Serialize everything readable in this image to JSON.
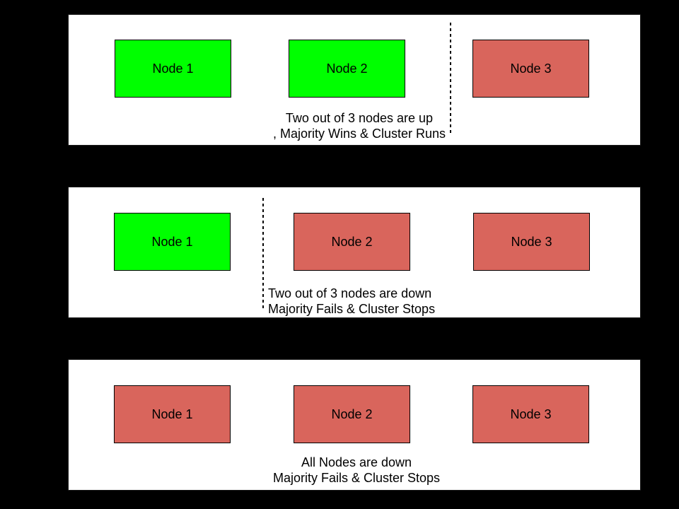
{
  "colors": {
    "background": "#000000",
    "panel_bg": "#ffffff",
    "node_up": "#00ff00",
    "node_down": "#d9655c",
    "text": "#000000"
  },
  "panels": [
    {
      "scenario": "two-nodes-up",
      "nodes": [
        {
          "label": "Node 1",
          "status": "up"
        },
        {
          "label": "Node 2",
          "status": "up"
        },
        {
          "label": "Node 3",
          "status": "down"
        }
      ],
      "caption_line1": "Two out of 3 nodes are up",
      "caption_line2": ", Majority Wins & Cluster Runs"
    },
    {
      "scenario": "two-nodes-down",
      "nodes": [
        {
          "label": "Node 1",
          "status": "up"
        },
        {
          "label": "Node 2",
          "status": "down"
        },
        {
          "label": "Node 3",
          "status": "down"
        }
      ],
      "caption_line1": "Two out of 3 nodes are down",
      "caption_line2": "Majority Fails & Cluster Stops"
    },
    {
      "scenario": "all-nodes-down",
      "nodes": [
        {
          "label": "Node 1",
          "status": "down"
        },
        {
          "label": "Node 2",
          "status": "down"
        },
        {
          "label": "Node 3",
          "status": "down"
        }
      ],
      "caption_line1": "All Nodes are down",
      "caption_line2": "Majority Fails & Cluster Stops"
    }
  ]
}
